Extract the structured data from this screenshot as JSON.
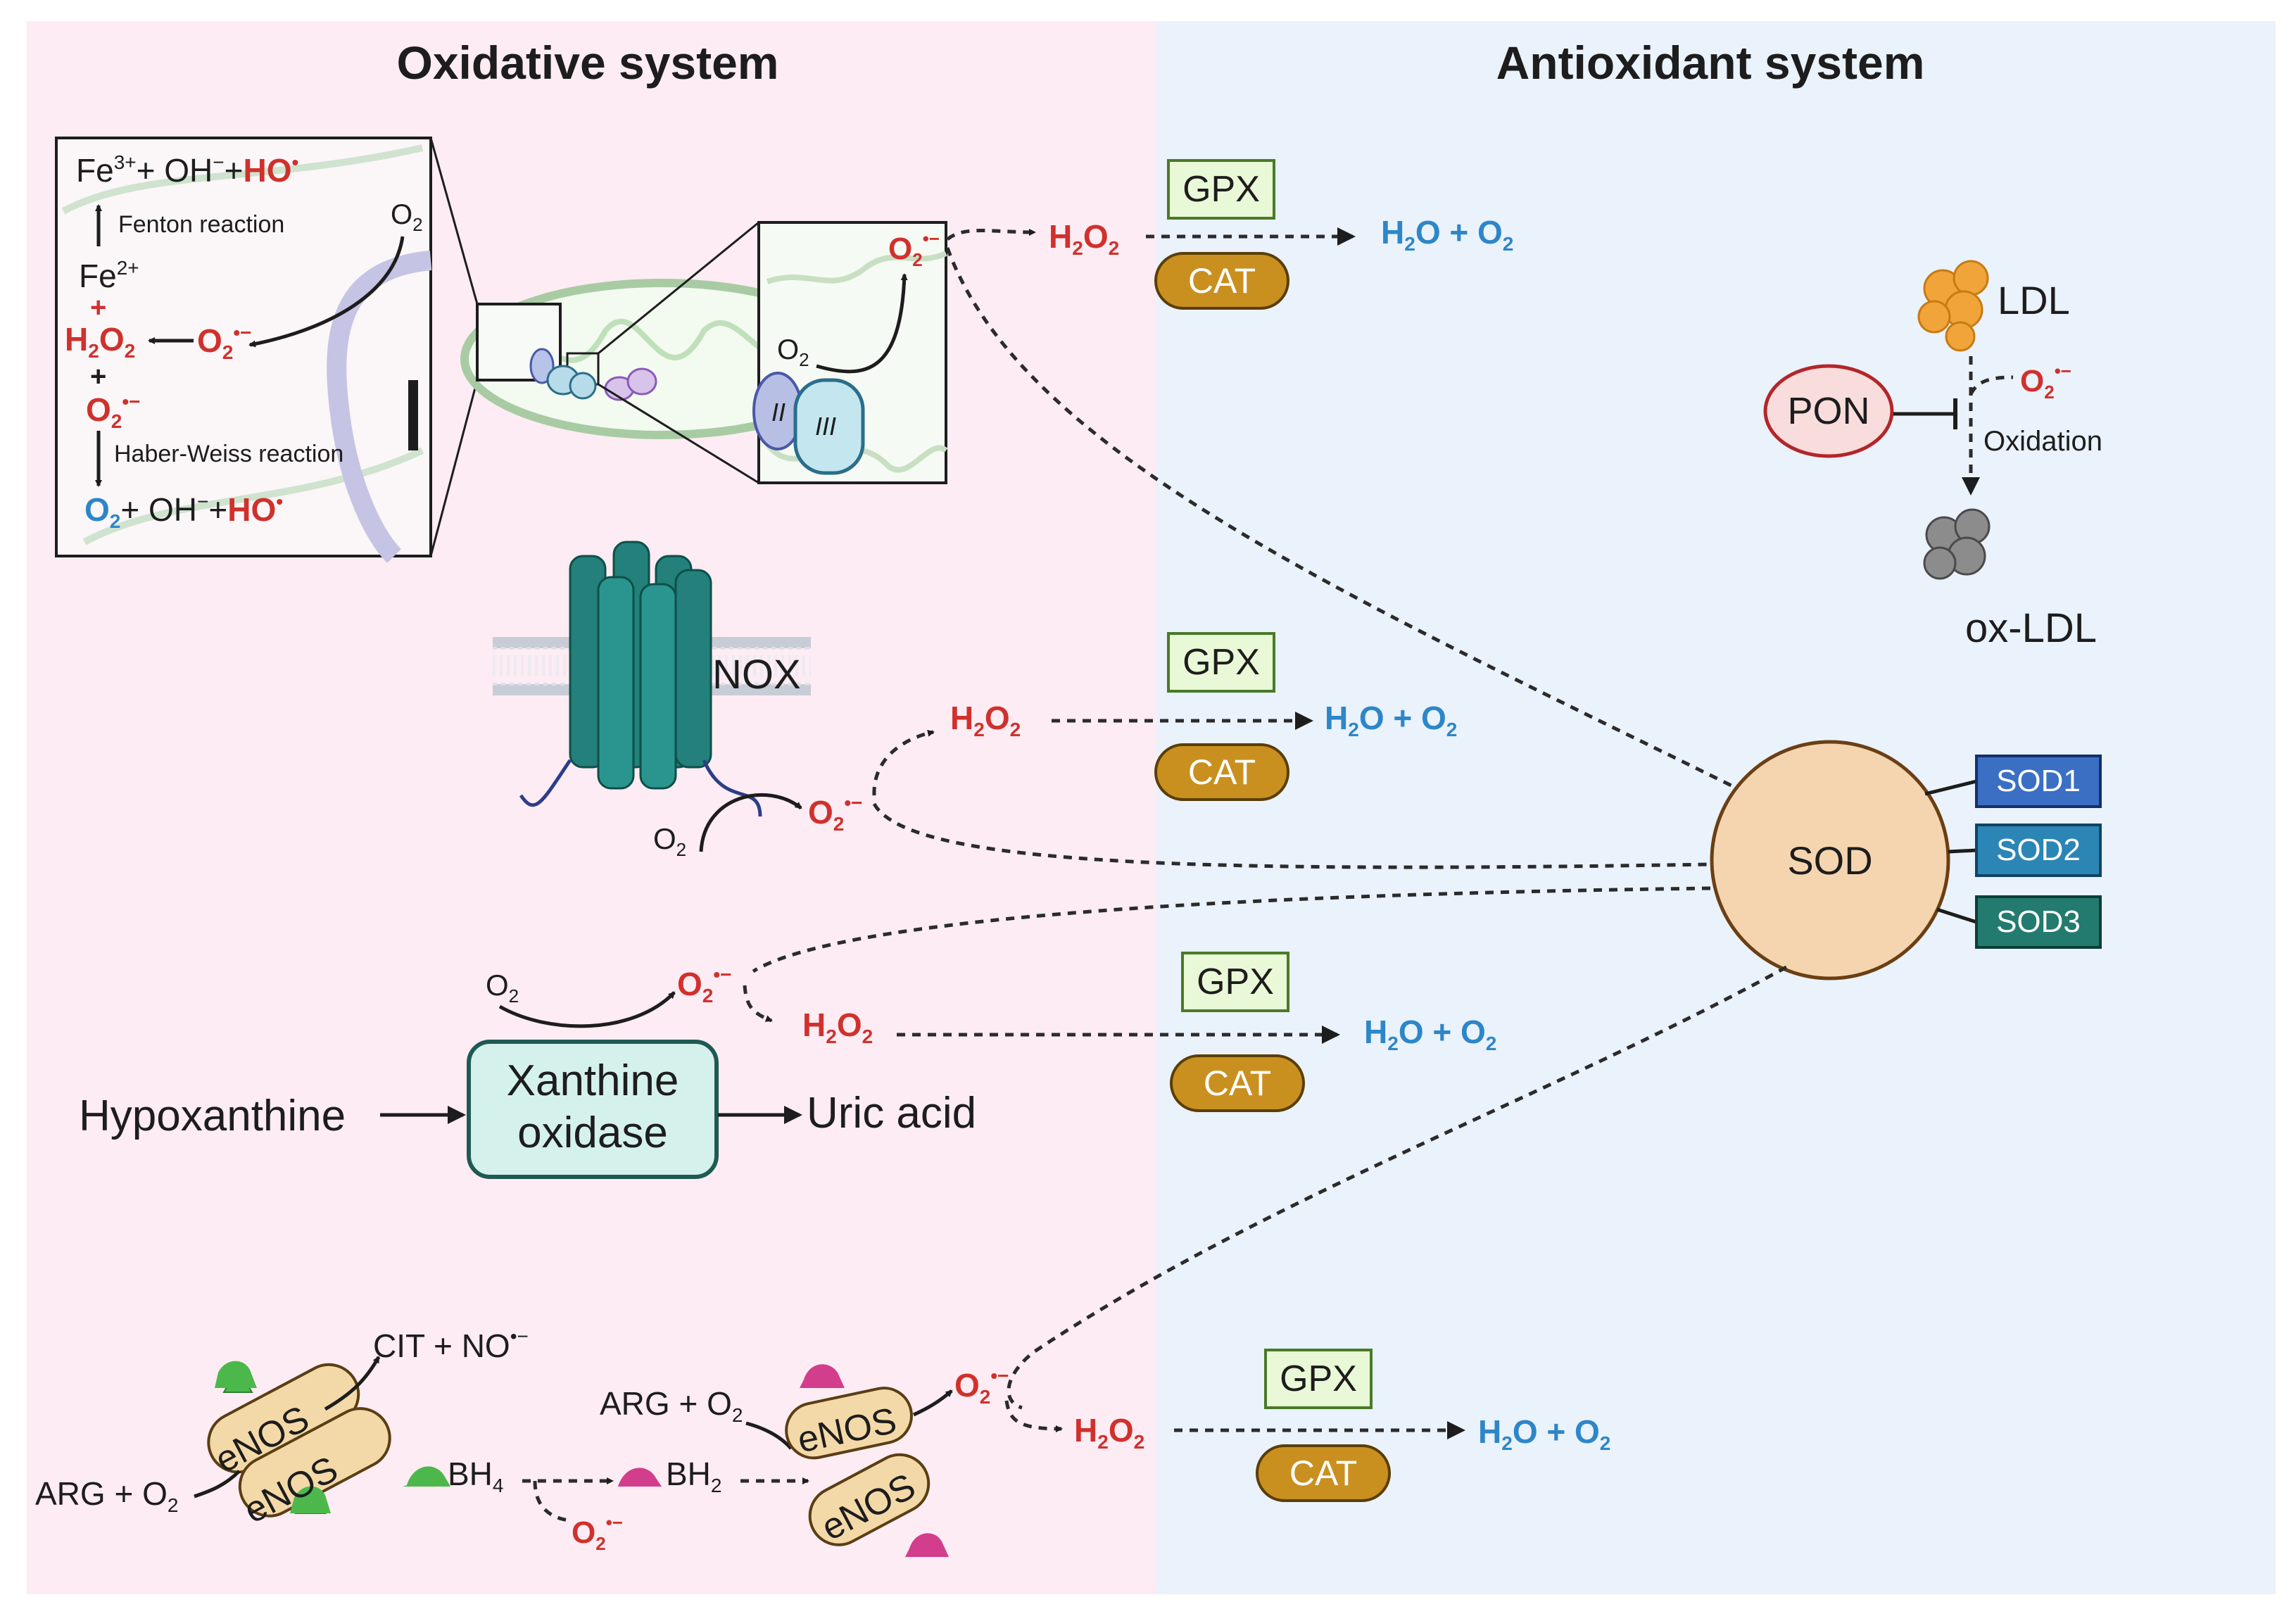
{
  "panels": {
    "oxidative": {
      "title": "Oxidative system",
      "bg": "#fdecf3"
    },
    "antioxidant": {
      "title": "Antioxidant system",
      "bg": "#eaf2fb"
    }
  },
  "colors": {
    "ros_red": "#d0312d",
    "product_blue": "#2d86c8",
    "gpx_fill": "#e9f8d6",
    "cat_fill": "#c9901f",
    "sod_fill": "#f5d5b0",
    "sod1": "#3a6fc4",
    "sod2": "#2c86b5",
    "sod3": "#237a6e",
    "nox_teal": "#23807a",
    "xo_fill": "#d5f1ec",
    "enos_fill": "#f4d9a8",
    "green_cap": "#4cb84c",
    "magenta_cap": "#d23d8c"
  },
  "fenton_box": {
    "fe3_line": {
      "fe": "Fe",
      "fe_sup": "3+",
      "oh": "+ OH",
      "oh_sup": "−",
      "plus": "+",
      "ho": "HO",
      "ho_dot": "•"
    },
    "fenton_label": "Fenton reaction",
    "fe2": "Fe",
    "fe2_sup": "2+",
    "plus1": "+",
    "h2o2_a": "H",
    "h2o2_b": "2",
    "h2o2_c": "O",
    "h2o2_d": "2",
    "sup_a": "O",
    "sup_b": "2",
    "sup_c": "•−",
    "plus2": "+",
    "sup2_a": "O",
    "sup2_b": "2",
    "sup2_c": "•−",
    "haber_label": "Haber-Weiss reaction",
    "o2_in_a": "O",
    "o2_in_b": "2",
    "bottom_line": {
      "o": "O",
      "o_sub": "2",
      "oh": "+ OH",
      "oh_sup": "−",
      "plus": "+",
      "ho": "HO",
      "ho_dot": "•"
    }
  },
  "mito_zoom": {
    "complex2": "II",
    "complex3": "III",
    "o2_a": "O",
    "o2_b": "2",
    "sup_a": "O",
    "sup_b": "2",
    "sup_c": "•−"
  },
  "row1": {
    "h2o2": [
      "H",
      "2",
      "O",
      "2"
    ],
    "gpx": "GPX",
    "cat": "CAT",
    "prod": [
      "H",
      "2",
      "O + O",
      "2"
    ]
  },
  "ldl": {
    "ldl_label": "LDL",
    "pon": "PON",
    "sup": [
      "O",
      "2",
      "•−"
    ],
    "oxidation": "Oxidation",
    "oxldl_label": "ox-LDL"
  },
  "nox": {
    "label": "NOX",
    "o2": [
      "O",
      "2"
    ],
    "sup": [
      "O",
      "2",
      "•−"
    ],
    "h2o2": [
      "H",
      "2",
      "O",
      "2"
    ],
    "gpx": "GPX",
    "cat": "CAT",
    "prod": [
      "H",
      "2",
      "O + O",
      "2"
    ]
  },
  "sod": {
    "label": "SOD",
    "iso": [
      "SOD1",
      "SOD2",
      "SOD3"
    ]
  },
  "xanthine": {
    "hypoxanthine": "Hypoxanthine",
    "xo_line1": "Xanthine",
    "xo_line2": "oxidase",
    "uric": "Uric acid",
    "o2": [
      "O",
      "2"
    ],
    "sup": [
      "O",
      "2",
      "•−"
    ],
    "h2o2": [
      "H",
      "2",
      "O",
      "2"
    ],
    "gpx": "GPX",
    "cat": "CAT",
    "prod": [
      "H",
      "2",
      "O + O",
      "2"
    ]
  },
  "enos": {
    "cit": [
      "CIT + NO",
      "•−"
    ],
    "arg_left": [
      "ARG + O",
      "2"
    ],
    "enos": "eNOS",
    "bh4": [
      "BH",
      "4"
    ],
    "bh2": [
      "BH",
      "2"
    ],
    "sup_mid": [
      "O",
      "2",
      "•−"
    ],
    "arg_right": [
      "ARG + O",
      "2"
    ],
    "sup_right": [
      "O",
      "2",
      "•−"
    ],
    "h2o2": [
      "H",
      "2",
      "O",
      "2"
    ],
    "gpx": "GPX",
    "cat": "CAT",
    "prod": [
      "H",
      "2",
      "O + O",
      "2"
    ]
  }
}
